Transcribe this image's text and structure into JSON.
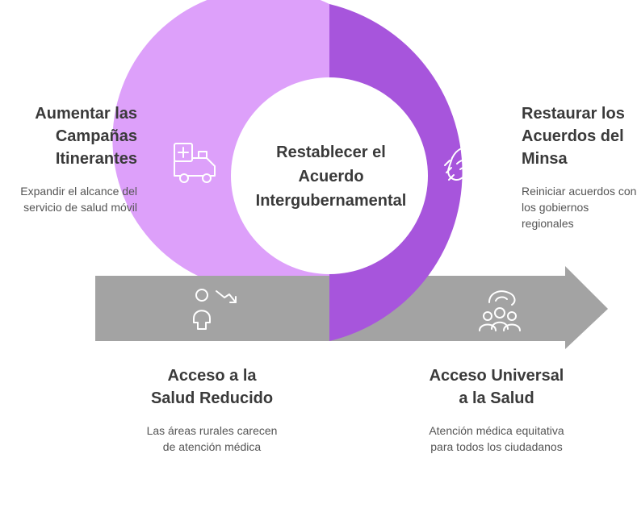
{
  "center": {
    "title": "Restablecer el Acuerdo Intergubernamental"
  },
  "stages": [
    {
      "id": "campaigns",
      "title": "Aumentar las Campañas Itinerantes",
      "description": "Expandir el alcance del servicio de salud móvil",
      "icon": "ambulance-icon",
      "color": "#dda0fa"
    },
    {
      "id": "minsa",
      "title": "Restaurar los Acuerdos del Minsa",
      "description": "Reiniciar acuerdos con los gobiernos regionales",
      "icon": "handshake-icon",
      "color": "#a755dc"
    },
    {
      "id": "reduced",
      "title": "Acceso a la Salud Reducido",
      "description": "Las áreas rurales carecen de atención médica",
      "icon": "person-decline-icon",
      "color": "#a3a3a3"
    },
    {
      "id": "universal",
      "title": "Acceso Universal a la Salud",
      "description": "Atención médica equitativa para todos los ciudadanos",
      "icon": "community-icon",
      "color": "#a3a3a3"
    }
  ]
}
